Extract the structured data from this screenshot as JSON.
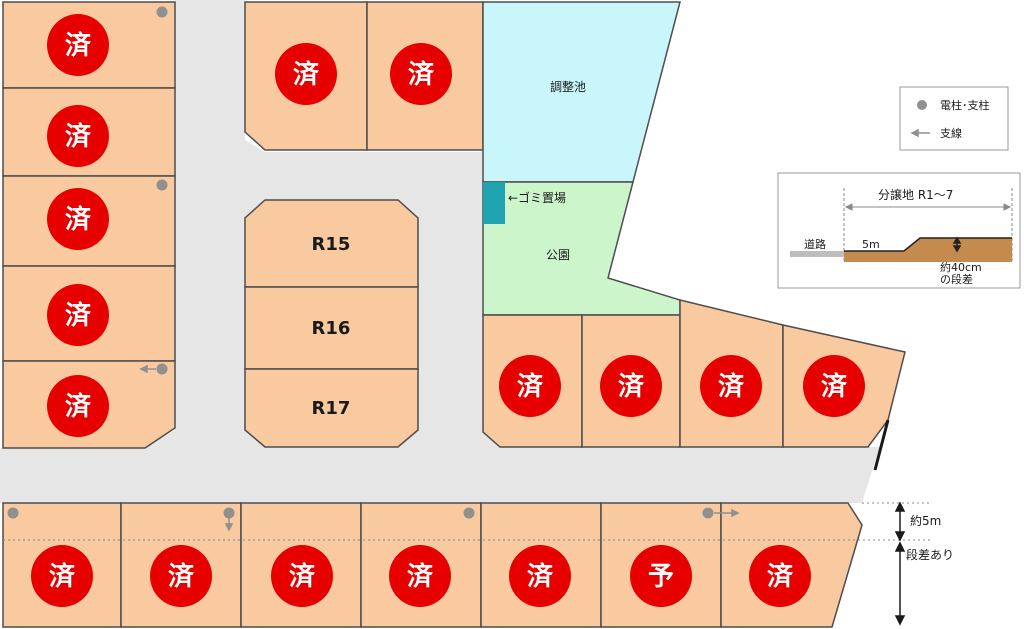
{
  "colors": {
    "lot": "#f9c9a0",
    "road": "#e6e6e6",
    "pond": "#c8f6fb",
    "park": "#ccf5cc",
    "garbage": "#1fa3b0",
    "badge": "#e60000",
    "pole": "#909090",
    "line": "#4d4d4d",
    "ground": "#c58a4e"
  },
  "badges": {
    "sold": "済",
    "reserved": "予"
  },
  "lots": {
    "r15": "R15",
    "r16": "R16",
    "r17": "R17"
  },
  "areas": {
    "pond": "調整池",
    "garbage": "←ゴミ置場",
    "park": "公園"
  },
  "legend": {
    "pole": "電柱･支柱",
    "guy_wire": "支線"
  },
  "section": {
    "title": "分譲地 R1～7",
    "road": "道路",
    "width": "5m",
    "step_line1": "約40cm",
    "step_line2": "の段差"
  },
  "annotations": {
    "height": "約5m",
    "step": "段差あり"
  }
}
